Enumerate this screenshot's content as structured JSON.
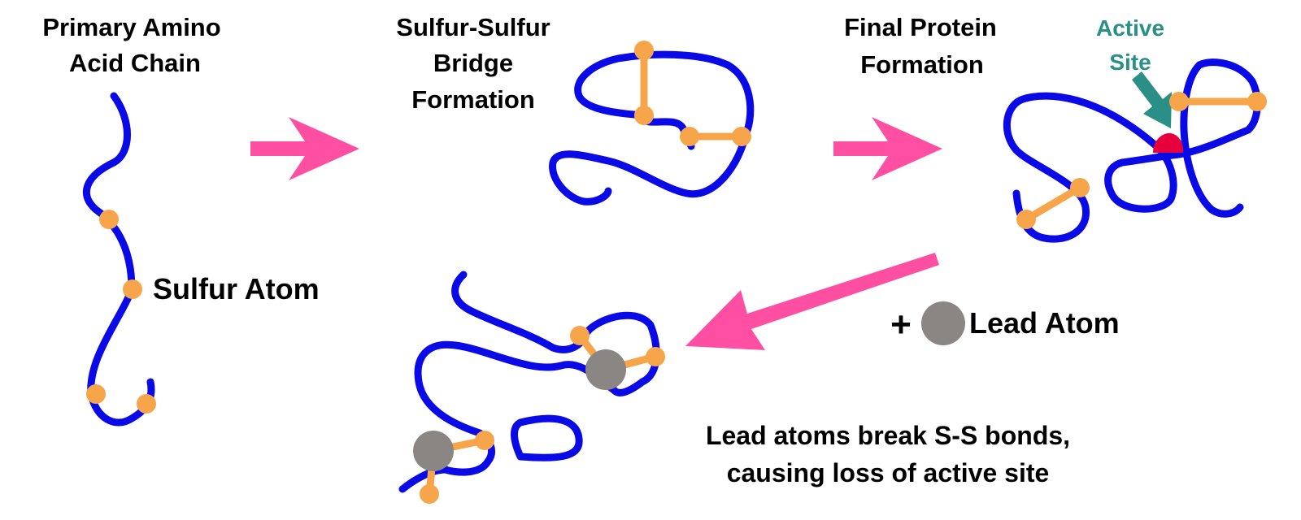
{
  "labels": {
    "primary_line1": "Primary Amino",
    "primary_line2": "Acid Chain",
    "bridge_line1": "Sulfur-Sulfur",
    "bridge_line2": "Bridge",
    "bridge_line3": "Formation",
    "final_line1": "Final Protein",
    "final_line2": "Formation",
    "active_line1": "Active",
    "active_line2": "Site",
    "sulfur_atom": "Sulfur Atom",
    "plus": "+",
    "lead_atom": "Lead Atom",
    "caption_line1": "Lead atoms break S-S bonds,",
    "caption_line2": "causing loss of active site"
  },
  "colors": {
    "chain": "#0a0ae6",
    "sulfur": "#f7a54a",
    "arrow": "#ff4fa2",
    "active_site_label": "#2a8f86",
    "active_site": "#e8003d",
    "lead": "#8a8683"
  }
}
